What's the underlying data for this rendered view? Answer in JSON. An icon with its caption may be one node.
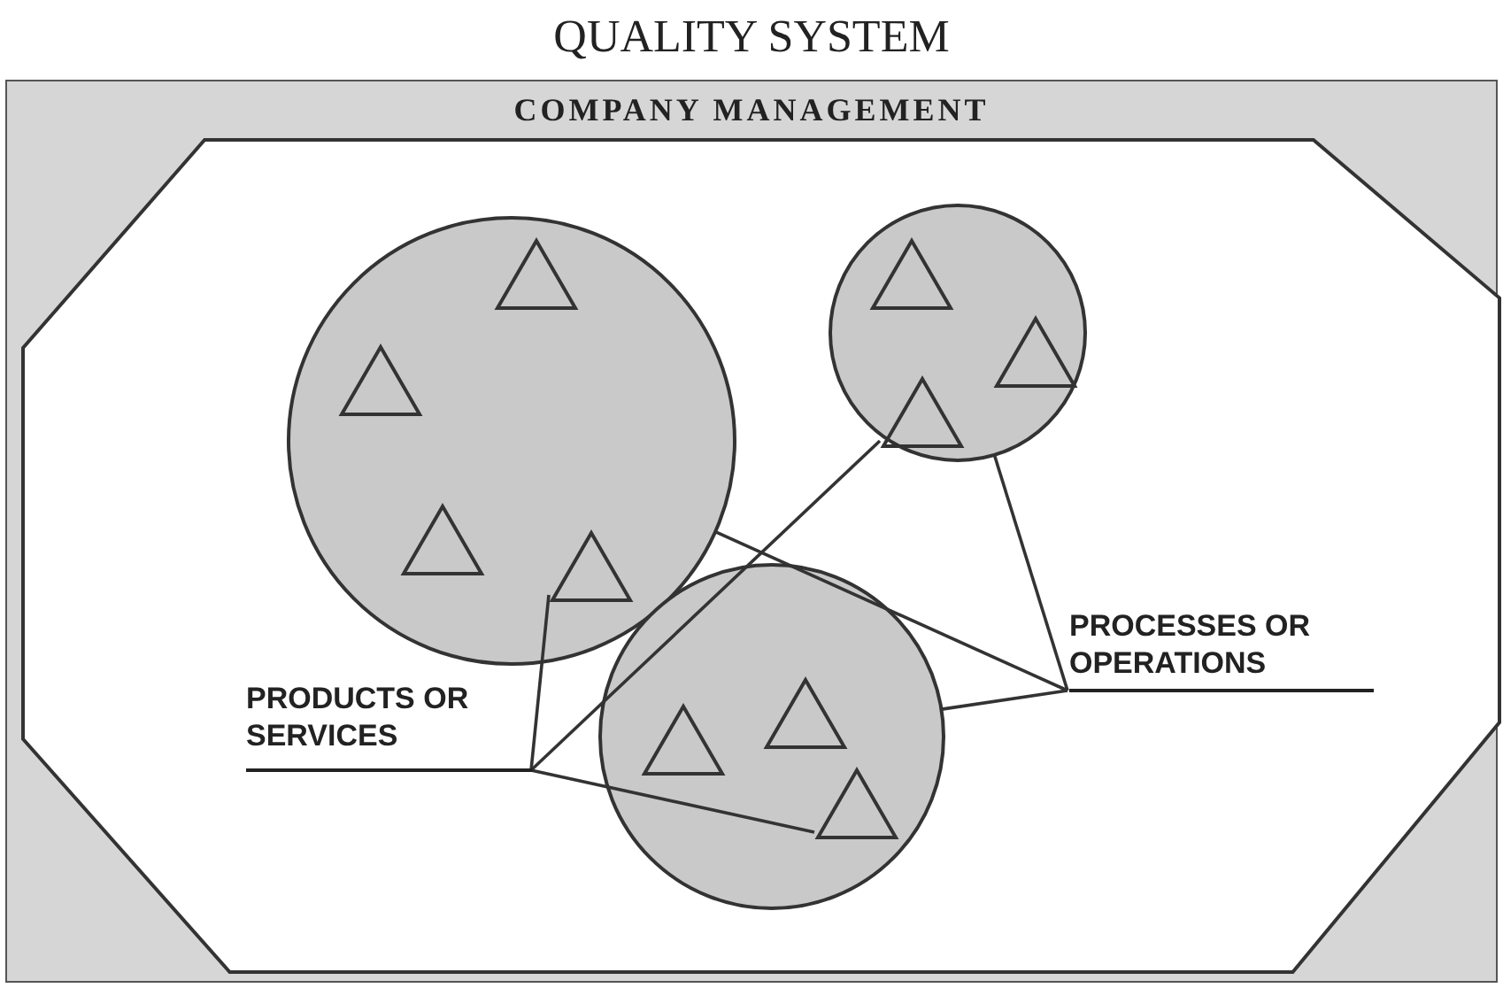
{
  "diagram": {
    "title": "QUALITY SYSTEM",
    "nodes": [
      {
        "text": [
          "COMPANY MANAGEMENT"
        ]
      },
      {
        "text": [],
        "shape": "octagon",
        "in": 0
      },
      {
        "text": [],
        "shape": "circle",
        "in": 1
      },
      {
        "text": [],
        "shape": "triangle",
        "in": 2
      },
      {
        "text": [],
        "shape": "triangle",
        "in": 2
      },
      {
        "text": [],
        "shape": "triangle",
        "in": 2
      },
      {
        "text": [],
        "shape": "triangle",
        "in": 2
      },
      {
        "text": [],
        "shape": "circle",
        "in": 1
      },
      {
        "text": [],
        "shape": "triangle",
        "in": 7
      },
      {
        "text": [],
        "shape": "triangle",
        "in": 7
      },
      {
        "text": [],
        "shape": "triangle",
        "in": 7
      },
      {
        "text": [],
        "shape": "circle",
        "in": 1
      },
      {
        "text": [],
        "shape": "triangle",
        "in": 11
      },
      {
        "text": [],
        "shape": "triangle",
        "in": 11
      },
      {
        "text": [],
        "shape": "triangle",
        "in": 11
      },
      {
        "text": [
          "PRODUCTS OR SERVICES"
        ],
        "in": 1
      },
      {
        "text": [
          "PROCESSES OR OPERATIONS"
        ],
        "in": 1
      }
    ],
    "edges": [
      {
        "from": 15,
        "to": 6,
        "arrow": "none"
      },
      {
        "from": 15,
        "to": 10,
        "arrow": "none"
      },
      {
        "from": 15,
        "to": 14,
        "arrow": "none"
      },
      {
        "from": 16,
        "to": 2,
        "arrow": "none"
      },
      {
        "from": 16,
        "to": 7,
        "arrow": "none"
      },
      {
        "from": 16,
        "to": 11,
        "arrow": "none"
      }
    ]
  }
}
